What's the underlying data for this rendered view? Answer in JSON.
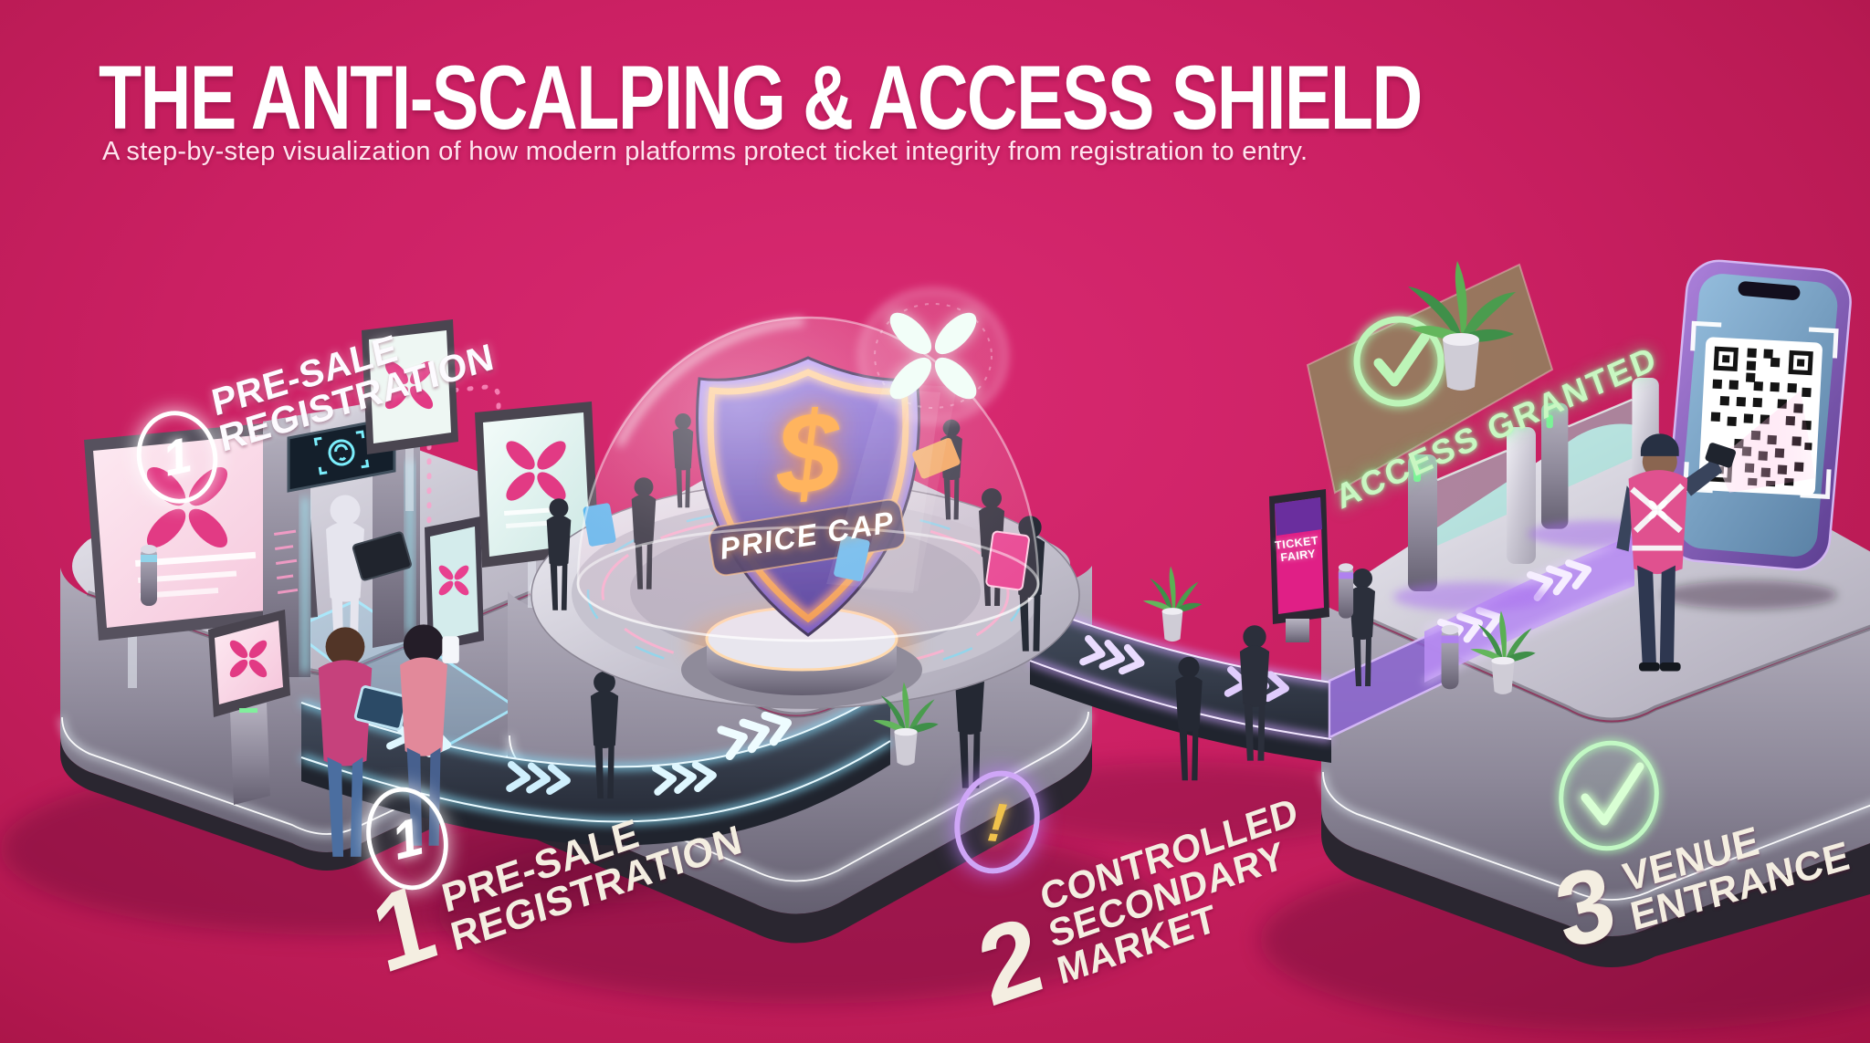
{
  "header": {
    "title": "THE ANTI-SCALPING & ACCESS SHIELD",
    "subtitle": "A step-by-step visualization of how modern platforms protect ticket integrity from registration to entry."
  },
  "steps": [
    {
      "number": "1",
      "lines": [
        "PRE-SALE",
        "REGISTRATION"
      ]
    },
    {
      "number": "2",
      "lines": [
        "CONTROLLED",
        "SECONDARY",
        "MARKET"
      ],
      "badge": "!"
    },
    {
      "number": "3",
      "lines": [
        "VENUE",
        "ENTRANCE"
      ]
    }
  ],
  "center_stage": {
    "shield_symbol": "$",
    "shield_label": "PRICE CAP"
  },
  "signs": {
    "access_granted": "ACCESS GRANTED",
    "kiosk_line1": "TICKET",
    "kiosk_line2": "FAIRY"
  },
  "colors": {
    "background": "#cb2063",
    "title": "#ffffff",
    "neon_cyan": "#8fe3ff",
    "neon_purple": "#c39bf5",
    "neon_green": "#a9f4b1",
    "brand_pink": "#e2297e",
    "shield_orange": "#ffb45e",
    "shield_purple": "#8b76e8"
  }
}
